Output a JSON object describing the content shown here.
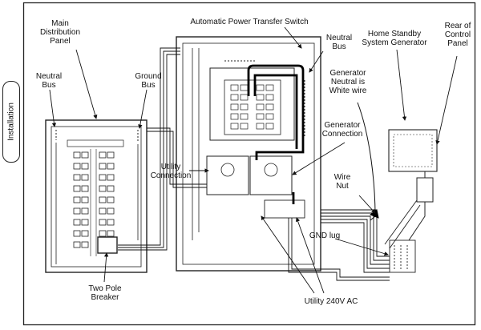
{
  "section_tab": "Installation",
  "labels": {
    "main_panel": "Main\nDistribution\nPanel",
    "auto_switch": "Automatic Power Transfer Switch",
    "neutral_bus_right": "Neutral\nBus",
    "home_standby": "Home Standby\nSystem Generator",
    "rear_control": "Rear of\nControl\nPanel",
    "neutral_bus_left": "Neutral\nBus",
    "ground_bus": "Ground\nBus",
    "gen_neutral": "Generator\nNeutral is\nWhite wire",
    "gen_connection": "Generator\nConnection",
    "utility_connection": "Utility\nConnection",
    "wire_nut": "Wire\nNut",
    "gnd_lug": "GND lug",
    "two_pole": "Two Pole\nBreaker",
    "utility_240": "Utility 240V AC"
  }
}
